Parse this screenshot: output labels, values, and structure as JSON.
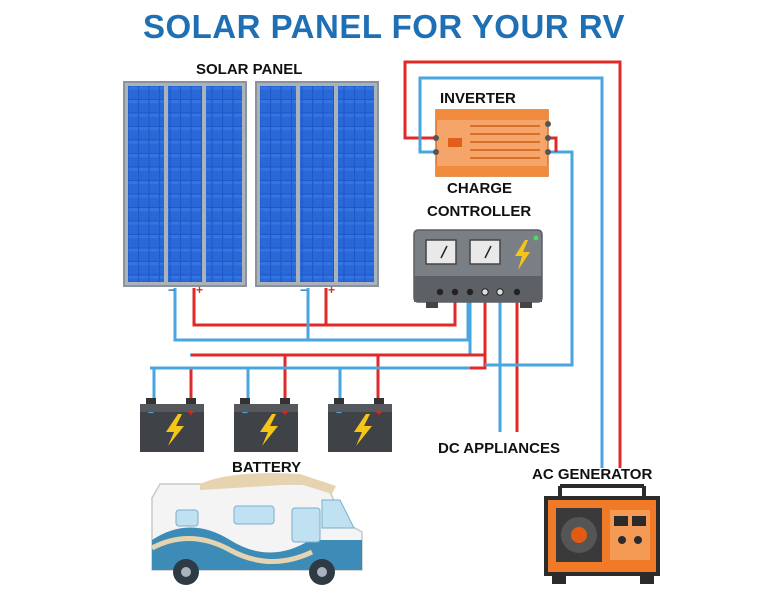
{
  "title": "SOLAR PANEL FOR YOUR RV",
  "labels": {
    "solar_panel": "SOLAR PANEL",
    "inverter": "INVERTER",
    "charge_controller_line1": "CHARGE",
    "charge_controller_line2": "CONTROLLER",
    "dc_appliances": "DC APPLIANCES",
    "battery": "BATTERY",
    "ac_generator": "AC GENERATOR"
  },
  "terminal_labels": {
    "negative": "−",
    "positive": "+"
  },
  "colors": {
    "title": "#1f6fb4",
    "positive_wire": "#e02a2a",
    "negative_wire": "#4aa6de",
    "panel_frame": "#9aa3ad",
    "panel_cell": "#1d55c4",
    "inverter": "#f08a3c",
    "controller": "#6e7379",
    "battery": "#3f4246",
    "bolt": "#f5c518",
    "rv_body": "#f3f3f3",
    "rv_accent": "#3d8cb8",
    "generator": "#f07a28"
  }
}
